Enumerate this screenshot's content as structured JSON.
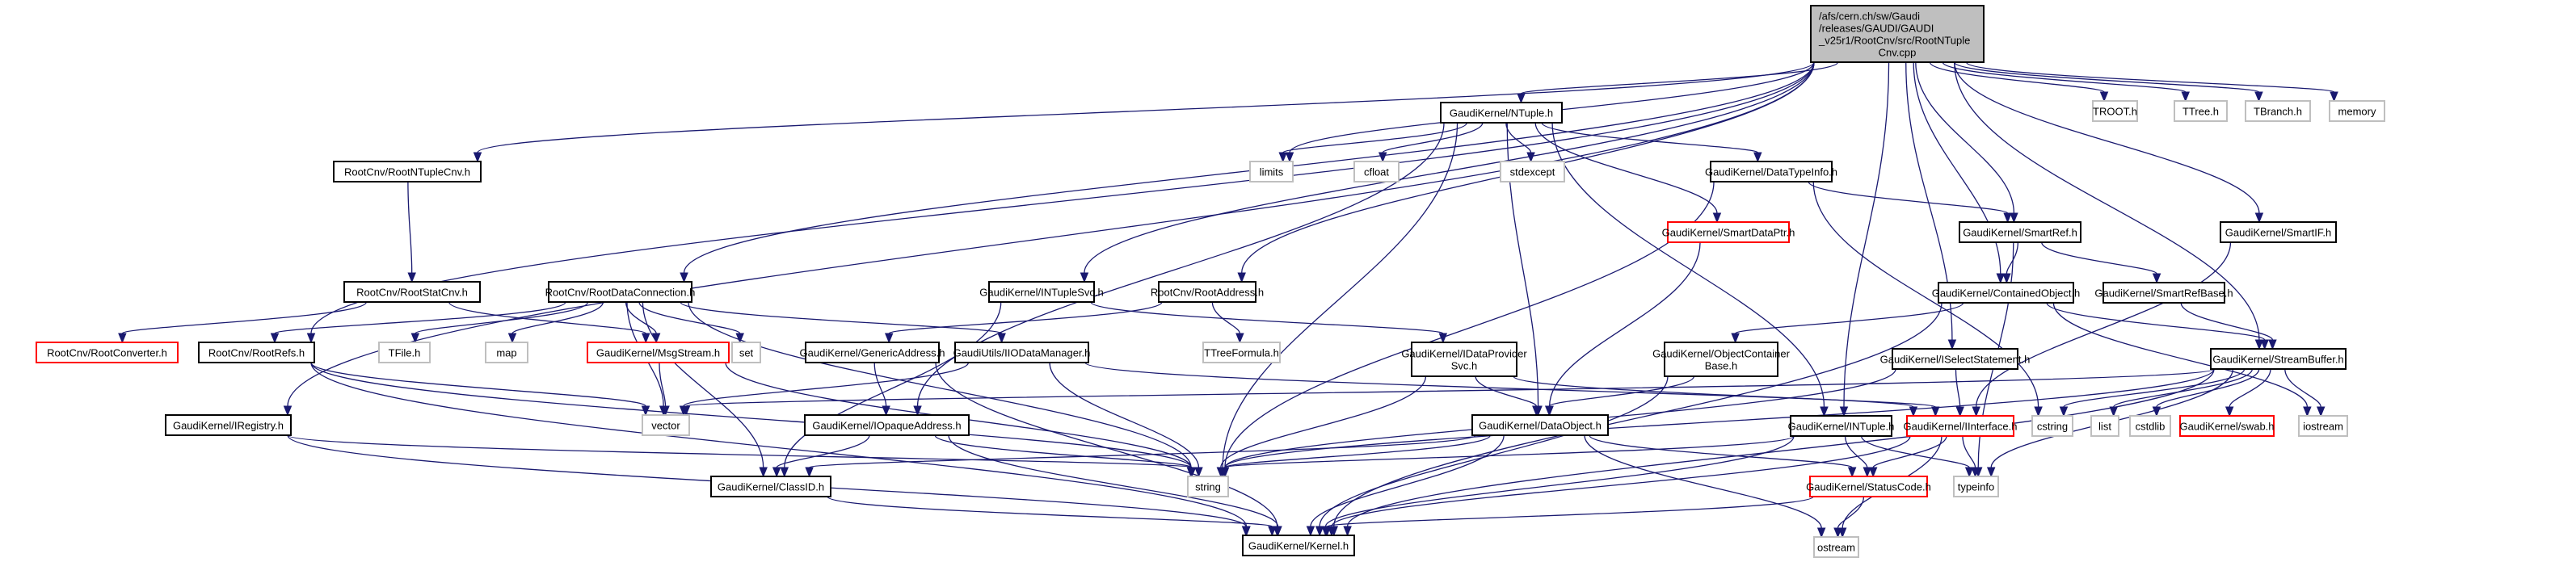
{
  "diagram": {
    "title": "Include dependency graph for RootNTupleCnv.cpp",
    "edge_color": "#191970",
    "legend_styles": {
      "root": "#bfbfbf",
      "normal_border": "#000000",
      "missing_border": "#bfbfbf",
      "truncated_border": "#ff0000"
    },
    "nodes": [
      {
        "id": "root",
        "style": "root",
        "lines": [
          "/afs/cern.ch/sw/Gaudi",
          "/releases/GAUDI/GAUDI",
          "_v25r1/RootCnv/src/RootNTuple",
          "Cnv.cpp"
        ]
      },
      {
        "id": "TROOT",
        "style": "missing",
        "lines": [
          "TROOT.h"
        ]
      },
      {
        "id": "TTree",
        "style": "missing",
        "lines": [
          "TTree.h"
        ]
      },
      {
        "id": "TBranch",
        "style": "missing",
        "lines": [
          "TBranch.h"
        ]
      },
      {
        "id": "memory",
        "style": "missing",
        "lines": [
          "memory"
        ]
      },
      {
        "id": "NTuple",
        "style": "normal",
        "lines": [
          "GaudiKernel/NTuple.h"
        ]
      },
      {
        "id": "limits",
        "style": "missing",
        "lines": [
          "limits"
        ]
      },
      {
        "id": "cfloat",
        "style": "missing",
        "lines": [
          "cfloat"
        ]
      },
      {
        "id": "stdexcept",
        "style": "missing",
        "lines": [
          "stdexcept"
        ]
      },
      {
        "id": "DataTypeInfo",
        "style": "normal",
        "lines": [
          "GaudiKernel/DataTypeInfo.h"
        ]
      },
      {
        "id": "SmartDataPtr",
        "style": "truncated",
        "lines": [
          "GaudiKernel/SmartDataPtr.h"
        ]
      },
      {
        "id": "SmartRef",
        "style": "normal",
        "lines": [
          "GaudiKernel/SmartRef.h"
        ]
      },
      {
        "id": "SmartIF",
        "style": "normal",
        "lines": [
          "GaudiKernel/SmartIF.h"
        ]
      },
      {
        "id": "RootNTupleCnvH",
        "style": "normal",
        "lines": [
          "RootCnv/RootNTupleCnv.h"
        ]
      },
      {
        "id": "RootStatCnv",
        "style": "normal",
        "lines": [
          "RootCnv/RootStatCnv.h"
        ]
      },
      {
        "id": "RootDataConnection",
        "style": "normal",
        "lines": [
          "RootCnv/RootDataConnection.h"
        ]
      },
      {
        "id": "INTupleSvc",
        "style": "normal",
        "lines": [
          "GaudiKernel/INTupleSvc.h"
        ]
      },
      {
        "id": "RootAddress",
        "style": "normal",
        "lines": [
          "RootCnv/RootAddress.h"
        ]
      },
      {
        "id": "ContainedObject",
        "style": "normal",
        "lines": [
          "GaudiKernel/ContainedObject.h"
        ]
      },
      {
        "id": "SmartRefBase",
        "style": "normal",
        "lines": [
          "GaudiKernel/SmartRefBase.h"
        ]
      },
      {
        "id": "RootConverter",
        "style": "truncated",
        "lines": [
          "RootCnv/RootConverter.h"
        ]
      },
      {
        "id": "RootRefs",
        "style": "normal",
        "lines": [
          "RootCnv/RootRefs.h"
        ]
      },
      {
        "id": "TFile",
        "style": "missing",
        "lines": [
          "TFile.h"
        ]
      },
      {
        "id": "map",
        "style": "missing",
        "lines": [
          "map"
        ]
      },
      {
        "id": "MsgStream",
        "style": "truncated",
        "lines": [
          "GaudiKernel/MsgStream.h"
        ]
      },
      {
        "id": "set",
        "style": "missing",
        "lines": [
          "set"
        ]
      },
      {
        "id": "GenericAddress",
        "style": "normal",
        "lines": [
          "GaudiKernel/GenericAddress.h"
        ]
      },
      {
        "id": "IIODataManager",
        "style": "normal",
        "lines": [
          "GaudiUtils/IIODataManager.h"
        ]
      },
      {
        "id": "TTreeFormula",
        "style": "missing",
        "lines": [
          "TTreeFormula.h"
        ]
      },
      {
        "id": "IDataProviderSvc",
        "style": "normal",
        "lines": [
          "GaudiKernel/IDataProvider",
          "Svc.h"
        ]
      },
      {
        "id": "ObjectContainerBase",
        "style": "normal",
        "lines": [
          "GaudiKernel/ObjectContainer",
          "Base.h"
        ]
      },
      {
        "id": "ISelectStatement",
        "style": "normal",
        "lines": [
          "GaudiKernel/ISelectStatement.h"
        ]
      },
      {
        "id": "StreamBuffer",
        "style": "normal",
        "lines": [
          "GaudiKernel/StreamBuffer.h"
        ]
      },
      {
        "id": "IRegistry",
        "style": "normal",
        "lines": [
          "GaudiKernel/IRegistry.h"
        ]
      },
      {
        "id": "vector",
        "style": "missing",
        "lines": [
          "vector"
        ]
      },
      {
        "id": "IOpaqueAddress",
        "style": "normal",
        "lines": [
          "GaudiKernel/IOpaqueAddress.h"
        ]
      },
      {
        "id": "DataObject",
        "style": "normal",
        "lines": [
          "GaudiKernel/DataObject.h"
        ]
      },
      {
        "id": "INTuple",
        "style": "normal",
        "lines": [
          "GaudiKernel/INTuple.h"
        ]
      },
      {
        "id": "IInterface",
        "style": "truncated",
        "lines": [
          "GaudiKernel/IInterface.h"
        ]
      },
      {
        "id": "cstring",
        "style": "missing",
        "lines": [
          "cstring"
        ]
      },
      {
        "id": "list",
        "style": "missing",
        "lines": [
          "list"
        ]
      },
      {
        "id": "cstdlib",
        "style": "missing",
        "lines": [
          "cstdlib"
        ]
      },
      {
        "id": "swab",
        "style": "truncated",
        "lines": [
          "GaudiKernel/swab.h"
        ]
      },
      {
        "id": "iostream",
        "style": "missing",
        "lines": [
          "iostream"
        ]
      },
      {
        "id": "ClassID",
        "style": "normal",
        "lines": [
          "GaudiKernel/ClassID.h"
        ]
      },
      {
        "id": "string",
        "style": "missing",
        "lines": [
          "string"
        ]
      },
      {
        "id": "StatusCode",
        "style": "truncated",
        "lines": [
          "GaudiKernel/StatusCode.h"
        ]
      },
      {
        "id": "typeinfo",
        "style": "missing",
        "lines": [
          "typeinfo"
        ]
      },
      {
        "id": "ostream",
        "style": "missing",
        "lines": [
          "ostream"
        ]
      },
      {
        "id": "Kernel",
        "style": "normal",
        "lines": [
          "GaudiKernel/Kernel.h"
        ]
      }
    ],
    "edges": [
      [
        "root",
        "TROOT"
      ],
      [
        "root",
        "TTree"
      ],
      [
        "root",
        "TBranch"
      ],
      [
        "root",
        "memory"
      ],
      [
        "root",
        "NTuple"
      ],
      [
        "root",
        "limits"
      ],
      [
        "root",
        "RootNTupleCnvH"
      ],
      [
        "root",
        "RootDataConnection"
      ],
      [
        "root",
        "INTupleSvc"
      ],
      [
        "root",
        "RootAddress"
      ],
      [
        "root",
        "RootRefs"
      ],
      [
        "root",
        "IRegistry"
      ],
      [
        "root",
        "SmartRef"
      ],
      [
        "root",
        "SmartIF"
      ],
      [
        "root",
        "ContainedObject"
      ],
      [
        "root",
        "ISelectStatement"
      ],
      [
        "root",
        "StreamBuffer"
      ],
      [
        "root",
        "INTuple"
      ],
      [
        "NTuple",
        "limits"
      ],
      [
        "NTuple",
        "cfloat"
      ],
      [
        "NTuple",
        "stdexcept"
      ],
      [
        "NTuple",
        "DataTypeInfo"
      ],
      [
        "NTuple",
        "SmartDataPtr"
      ],
      [
        "NTuple",
        "string"
      ],
      [
        "NTuple",
        "IOpaqueAddress"
      ],
      [
        "NTuple",
        "DataObject"
      ],
      [
        "NTuple",
        "INTuple"
      ],
      [
        "DataTypeInfo",
        "SmartRef"
      ],
      [
        "DataTypeInfo",
        "string"
      ],
      [
        "DataTypeInfo",
        "cstring"
      ],
      [
        "SmartDataPtr",
        "DataObject"
      ],
      [
        "SmartRef",
        "ContainedObject"
      ],
      [
        "SmartRef",
        "SmartRefBase"
      ],
      [
        "SmartRef",
        "typeinfo"
      ],
      [
        "SmartIF",
        "IInterface"
      ],
      [
        "RootNTupleCnvH",
        "RootStatCnv"
      ],
      [
        "RootStatCnv",
        "RootConverter"
      ],
      [
        "RootStatCnv",
        "MsgStream"
      ],
      [
        "RootDataConnection",
        "RootRefs"
      ],
      [
        "RootDataConnection",
        "TFile"
      ],
      [
        "RootDataConnection",
        "map"
      ],
      [
        "RootDataConnection",
        "MsgStream"
      ],
      [
        "RootDataConnection",
        "set"
      ],
      [
        "RootDataConnection",
        "IIODataManager"
      ],
      [
        "RootDataConnection",
        "vector"
      ],
      [
        "RootDataConnection",
        "string"
      ],
      [
        "RootDataConnection",
        "ClassID"
      ],
      [
        "INTupleSvc",
        "IDataProviderSvc"
      ],
      [
        "INTupleSvc",
        "ClassID"
      ],
      [
        "RootAddress",
        "GenericAddress"
      ],
      [
        "RootAddress",
        "TTreeFormula"
      ],
      [
        "ContainedObject",
        "ObjectContainerBase"
      ],
      [
        "ContainedObject",
        "StreamBuffer"
      ],
      [
        "ContainedObject",
        "Kernel"
      ],
      [
        "ContainedObject",
        "iostream"
      ],
      [
        "SmartRefBase",
        "StreamBuffer"
      ],
      [
        "RootRefs",
        "vector"
      ],
      [
        "RootRefs",
        "string"
      ],
      [
        "RootRefs",
        "Kernel"
      ],
      [
        "MsgStream",
        "vector"
      ],
      [
        "MsgStream",
        "string"
      ],
      [
        "GenericAddress",
        "IOpaqueAddress"
      ],
      [
        "GenericAddress",
        "Kernel"
      ],
      [
        "IIODataManager",
        "vector"
      ],
      [
        "IIODataManager",
        "string"
      ],
      [
        "IIODataManager",
        "IInterface"
      ],
      [
        "IDataProviderSvc",
        "string"
      ],
      [
        "IDataProviderSvc",
        "DataObject"
      ],
      [
        "IDataProviderSvc",
        "IInterface"
      ],
      [
        "ObjectContainerBase",
        "DataObject"
      ],
      [
        "ObjectContainerBase",
        "Kernel"
      ],
      [
        "ISelectStatement",
        "IInterface"
      ],
      [
        "ISelectStatement",
        "string"
      ],
      [
        "StreamBuffer",
        "string"
      ],
      [
        "StreamBuffer",
        "vector"
      ],
      [
        "StreamBuffer",
        "cstring"
      ],
      [
        "StreamBuffer",
        "list"
      ],
      [
        "StreamBuffer",
        "cstdlib"
      ],
      [
        "StreamBuffer",
        "swab"
      ],
      [
        "StreamBuffer",
        "iostream"
      ],
      [
        "StreamBuffer",
        "typeinfo"
      ],
      [
        "StreamBuffer",
        "Kernel"
      ],
      [
        "IRegistry",
        "string"
      ],
      [
        "IRegistry",
        "Kernel"
      ],
      [
        "IOpaqueAddress",
        "ClassID"
      ],
      [
        "IOpaqueAddress",
        "string"
      ],
      [
        "IOpaqueAddress",
        "Kernel"
      ],
      [
        "DataObject",
        "ClassID"
      ],
      [
        "DataObject",
        "string"
      ],
      [
        "DataObject",
        "StatusCode"
      ],
      [
        "DataObject",
        "ostream"
      ],
      [
        "DataObject",
        "Kernel"
      ],
      [
        "INTuple",
        "string"
      ],
      [
        "INTuple",
        "StatusCode"
      ],
      [
        "INTuple",
        "typeinfo"
      ],
      [
        "INTuple",
        "Kernel"
      ],
      [
        "IInterface",
        "StatusCode"
      ],
      [
        "IInterface",
        "typeinfo"
      ],
      [
        "IInterface",
        "ostream"
      ],
      [
        "IInterface",
        "Kernel"
      ],
      [
        "ClassID",
        "Kernel"
      ],
      [
        "StatusCode",
        "ostream"
      ],
      [
        "StatusCode",
        "Kernel"
      ]
    ]
  }
}
